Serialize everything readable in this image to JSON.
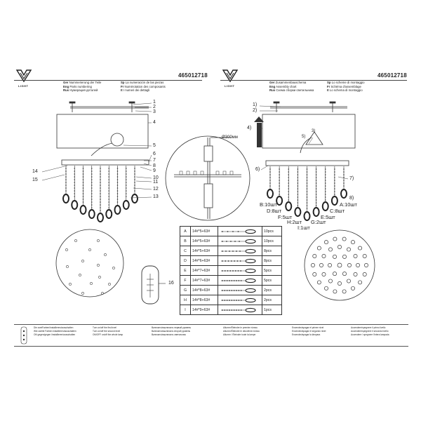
{
  "brand": {
    "logo_text": "LIGHT"
  },
  "left_panel": {
    "code": "465012718",
    "title_lines": [
      {
        "lang": "Ger",
        "text": "Nummerierung der Teile"
      },
      {
        "lang": "Eng",
        "text": "Parts numbering"
      },
      {
        "lang": "Rus",
        "text": "Нумерация деталей"
      },
      {
        "lang": "Sp",
        "text": "La numeración de las piezas"
      },
      {
        "lang": "Fr",
        "text": "Numérotation des composants"
      },
      {
        "lang": "It",
        "text": "I numeri dei dettagli"
      }
    ],
    "callouts": [
      "1",
      "2",
      "3",
      "4",
      "5",
      "6",
      "7",
      "8",
      "9",
      "10",
      "11",
      "12",
      "13",
      "14",
      "15",
      "16"
    ],
    "diameter_label": "Ø300мм"
  },
  "right_panel": {
    "code": "465012718",
    "title_lines": [
      {
        "lang": "Ger",
        "text": "Zusammenbauschema"
      },
      {
        "lang": "Eng",
        "text": "Assembly chart"
      },
      {
        "lang": "Rus",
        "text": "Схема сборки светильника"
      },
      {
        "lang": "Sp",
        "text": "Lo scheme di montaggio"
      },
      {
        "lang": "Fr",
        "text": "Schéma d'assemblage"
      },
      {
        "lang": "It",
        "text": "Lo schema di montaggio"
      }
    ],
    "step_labels": [
      "1)",
      "2)",
      "3)",
      "4)",
      "5)",
      "6)",
      "7)",
      "8)"
    ],
    "pendant_labels": [
      "B:10шт",
      "A:10шт",
      "D:8шт",
      "C:8шт",
      "F:5шт",
      "E:5шт",
      "H:2шт",
      "G:2шт",
      "I:1шт"
    ]
  },
  "parts_table": [
    {
      "letter": "A",
      "spec": "14#*5+63#",
      "qty": "10pcs"
    },
    {
      "letter": "B",
      "spec": "14#*5+63#",
      "qty": "10pcs"
    },
    {
      "letter": "C",
      "spec": "14#*5+63#",
      "qty": "8pcs"
    },
    {
      "letter": "D",
      "spec": "14#*6+63#",
      "qty": "8pcs"
    },
    {
      "letter": "E",
      "spec": "14#*7+63#",
      "qty": "5pcs"
    },
    {
      "letter": "F",
      "spec": "14#*7+63#",
      "qty": "5pcs"
    },
    {
      "letter": "G",
      "spec": "14#*8+63#",
      "qty": "2pcs"
    },
    {
      "letter": "H",
      "spec": "14#*8+63#",
      "qty": "2pcs"
    },
    {
      "letter": "I",
      "spec": "14#*9+63#",
      "qty": "1pcs"
    }
  ],
  "footer": {
    "col1": [
      "Die zweiFarben/Installieren/ausschalten",
      "Wie zweite Farben Installieren/ausschalten",
      "ON gegen/gegen /installieren/ausschalten"
    ],
    "col2": [
      "Turn on/off the first level",
      "Turn on/off the second level",
      "ON/OFF on/off the whole lamp"
    ],
    "col3": [
      "Включить/выключить первый уровень",
      "Включить/выключить второй уровень",
      "Включить/выключить светильник"
    ],
    "col4": [
      "Allumer/Éteindre le premier niveau",
      "Allumer/Éteindre le deuxième niveau",
      "Allumer / Éteindre toute la lampe"
    ],
    "col5": [
      "Encender/apagar el primer nivel",
      "Encender/apagar el segundo nivel",
      "Encender/apagar la lámpara"
    ],
    "col6": [
      "Accendere/spegnere il primo livello",
      "Accendere/spegnere il secondo livello",
      "Accendere / spegnere l'intera lampada"
    ]
  }
}
